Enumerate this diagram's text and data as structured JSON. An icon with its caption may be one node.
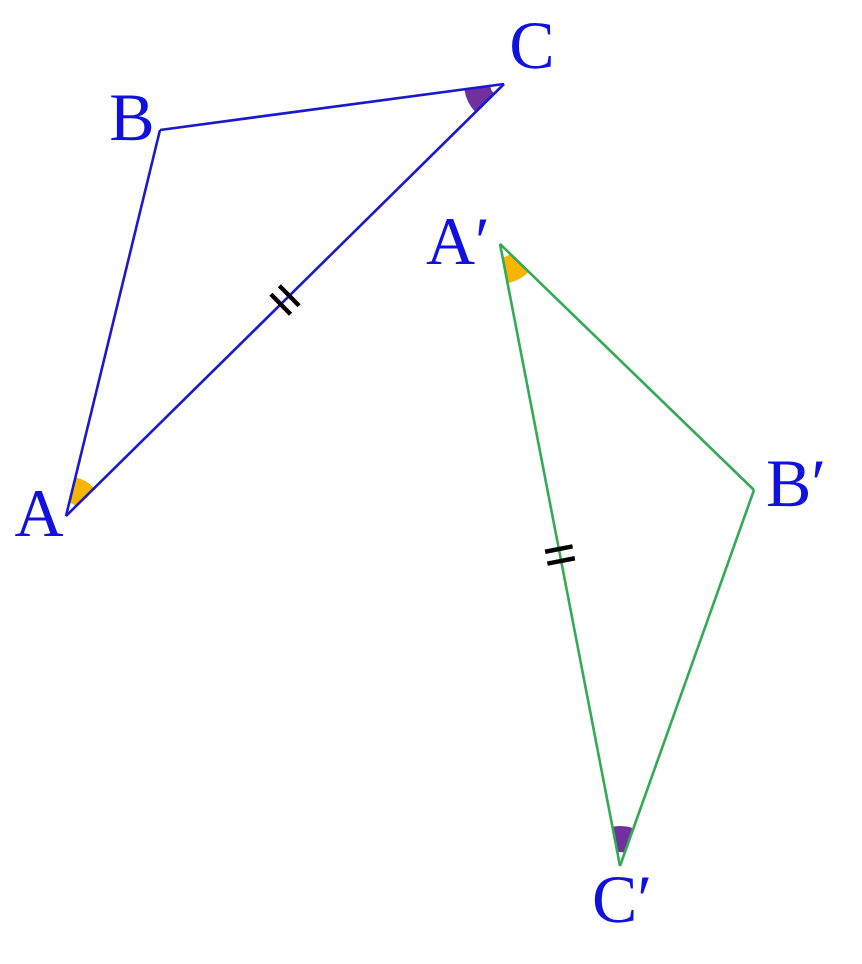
{
  "diagram": {
    "nodes": [
      {
        "text": [
          "A"
        ]
      },
      {
        "text": [
          "B"
        ]
      },
      {
        "text": [
          "C"
        ]
      },
      {
        "text": [
          "A′"
        ]
      },
      {
        "text": [
          "B′"
        ]
      },
      {
        "text": [
          "C′"
        ]
      }
    ],
    "edges": [
      {
        "from": 0,
        "to": 1,
        "arrow": "none",
        "color": "#1a1acc"
      },
      {
        "from": 1,
        "to": 2,
        "arrow": "none",
        "color": "#1a1acc"
      },
      {
        "from": 2,
        "to": 0,
        "arrow": "none",
        "color": "#1a1acc"
      },
      {
        "from": 3,
        "to": 4,
        "arrow": "none",
        "color": "#33aa55"
      },
      {
        "from": 4,
        "to": 5,
        "arrow": "none",
        "color": "#33aa55"
      },
      {
        "from": 5,
        "to": 3,
        "arrow": "none",
        "color": "#33aa55"
      }
    ]
  }
}
